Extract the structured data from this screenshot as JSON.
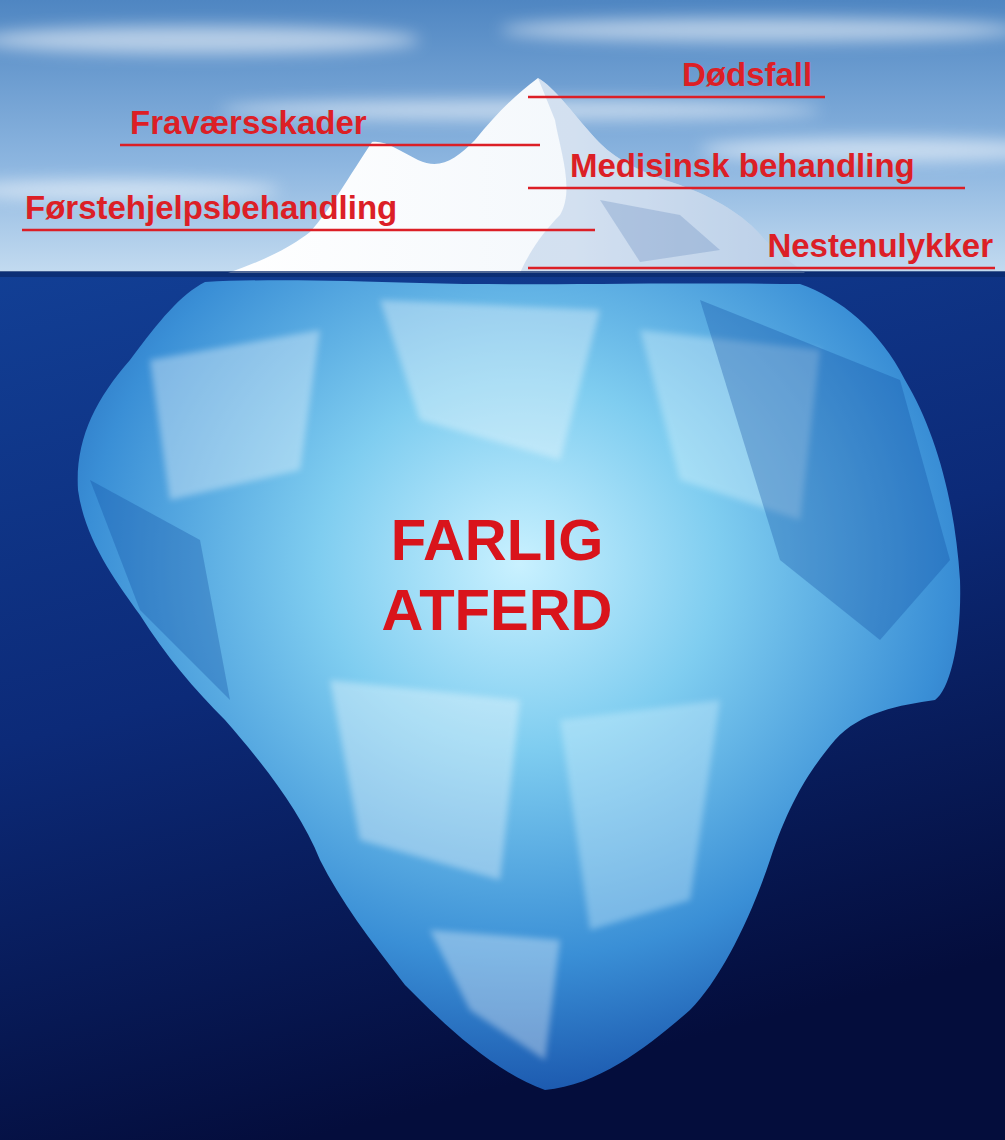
{
  "diagram": {
    "labels": [
      "Dødsfall",
      "Fraværsskader",
      "Medisinsk behandling",
      "Førstehjelpsbehandling",
      "Nestenulykker",
      "FARLIG ATFERD"
    ]
  }
}
